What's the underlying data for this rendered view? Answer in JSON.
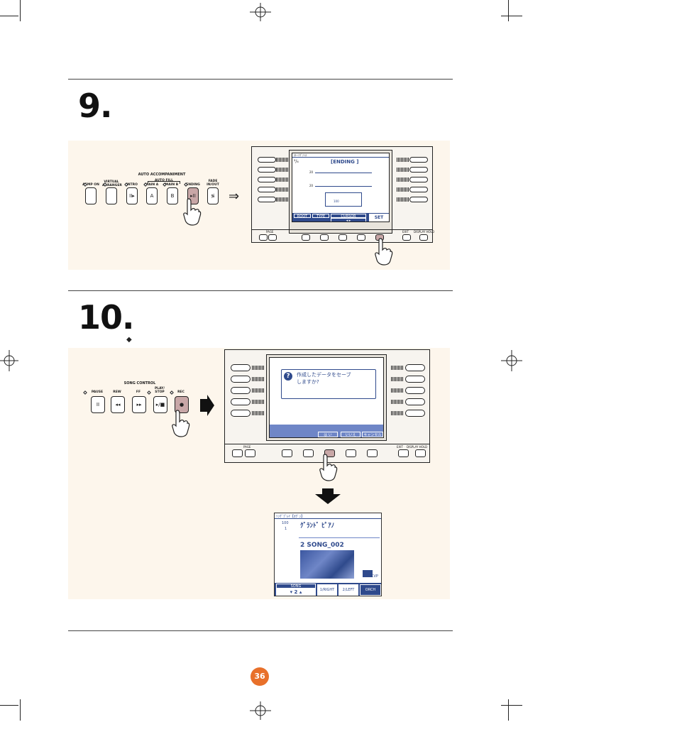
{
  "steps": {
    "step9": "9.",
    "step10": "10."
  },
  "auto_acc": {
    "title": "AUTO ACCOMPANIMENT",
    "auto_fill": "AUTO FILL",
    "buttons": [
      {
        "label": "ACMP ON",
        "symbol": ""
      },
      {
        "label": "VIRTUAL ARRANGER",
        "symbol": ""
      },
      {
        "label": "INTRO",
        "symbol": "II▸"
      },
      {
        "label": "MAIN A",
        "symbol": "A"
      },
      {
        "label": "MAIN B",
        "symbol": "B"
      },
      {
        "label": "ENDING",
        "symbol": "▸II"
      },
      {
        "label": "FADE IN/OUT",
        "symbol": "≶"
      }
    ]
  },
  "screen9": {
    "header": "ｽﾄｰﾝｳﾞｧﾝｽ",
    "time_sig": "²/₄",
    "mode": "[ENDING    ]",
    "row1_num": "20",
    "row2_num": "20",
    "tempo": "100",
    "tabs": [
      "ROOT",
      "TYPE",
      "CURSOR",
      "SET"
    ],
    "cursor_arrows": "◂       ▸"
  },
  "device": {
    "page": "PAGE",
    "exit": "EXIT",
    "display_hold": "DISPLAY HOLD"
  },
  "song_ctrl": {
    "title": "SONG CONTROL",
    "buttons": [
      {
        "label": "PAUSE",
        "symbol": "II"
      },
      {
        "label": "REW",
        "symbol": "◂◂"
      },
      {
        "label": "FF",
        "symbol": "▸▸"
      },
      {
        "label": "PLAY/ STOP",
        "symbol": "▸/■"
      },
      {
        "label": "REC",
        "symbol": "●"
      }
    ]
  },
  "dialog": {
    "question_icon": "?",
    "message_line1": "作成したデータをセーブ",
    "message_line2": "しますか?",
    "buttons": [
      "は い",
      "いいえ",
      "キャンセル"
    ]
  },
  "screen_song": {
    "header": "ｿﾝｸﾞﾌﾟﾚｲ【ｵｸﾞﾝ】",
    "tempo": "100",
    "measure": "1",
    "voice": "ｸﾞﾗﾝﾄﾞ ﾋﾟｱﾉ",
    "song_name": "2  SONG_002",
    "brand": "CVP",
    "song_label": "SONG",
    "song_num": "▾  2  ▴",
    "tabs": [
      "1/RIGHT",
      "2/LEFT",
      "ORCH"
    ]
  },
  "page_number": "36",
  "colors": {
    "panel": "#fdf6ec",
    "lcd_blue": "#2f4a8c",
    "pressed": "#c8a7a7",
    "page_badge": "#e8702a"
  }
}
